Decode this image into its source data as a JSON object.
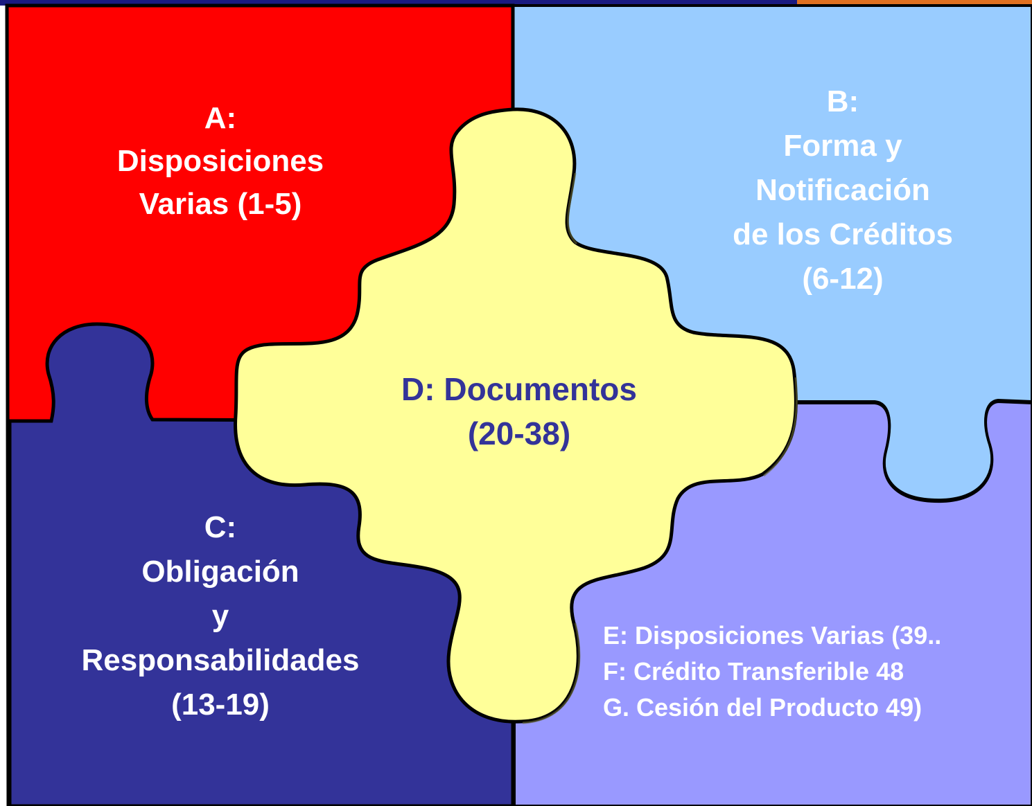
{
  "colors": {
    "piece_a": "#ff0000",
    "piece_b": "#99ccff",
    "piece_c": "#333399",
    "piece_d": "#ffff99",
    "piece_e": "#9999ff",
    "outline": "#000000",
    "top_bar": "#1a1a80",
    "text_light": "#ffffff",
    "text_dark": "#333399"
  },
  "pieces": {
    "a": {
      "lines": [
        "A:",
        "Disposiciones",
        "Varias (1-5)"
      ]
    },
    "b": {
      "lines": [
        "B:",
        "Forma y",
        "Notificación",
        "de los Créditos",
        "(6-12)"
      ]
    },
    "c": {
      "lines": [
        "C:",
        "Obligación",
        "y",
        "Responsabilidades",
        "(13-19)"
      ]
    },
    "d": {
      "lines": [
        "D: Documentos",
        "(20-38)"
      ]
    },
    "e": {
      "lines": [
        "E: Disposiciones Varias (39..",
        "F: Crédito Transferible 48",
        "G. Cesión del Producto 49)"
      ]
    }
  }
}
